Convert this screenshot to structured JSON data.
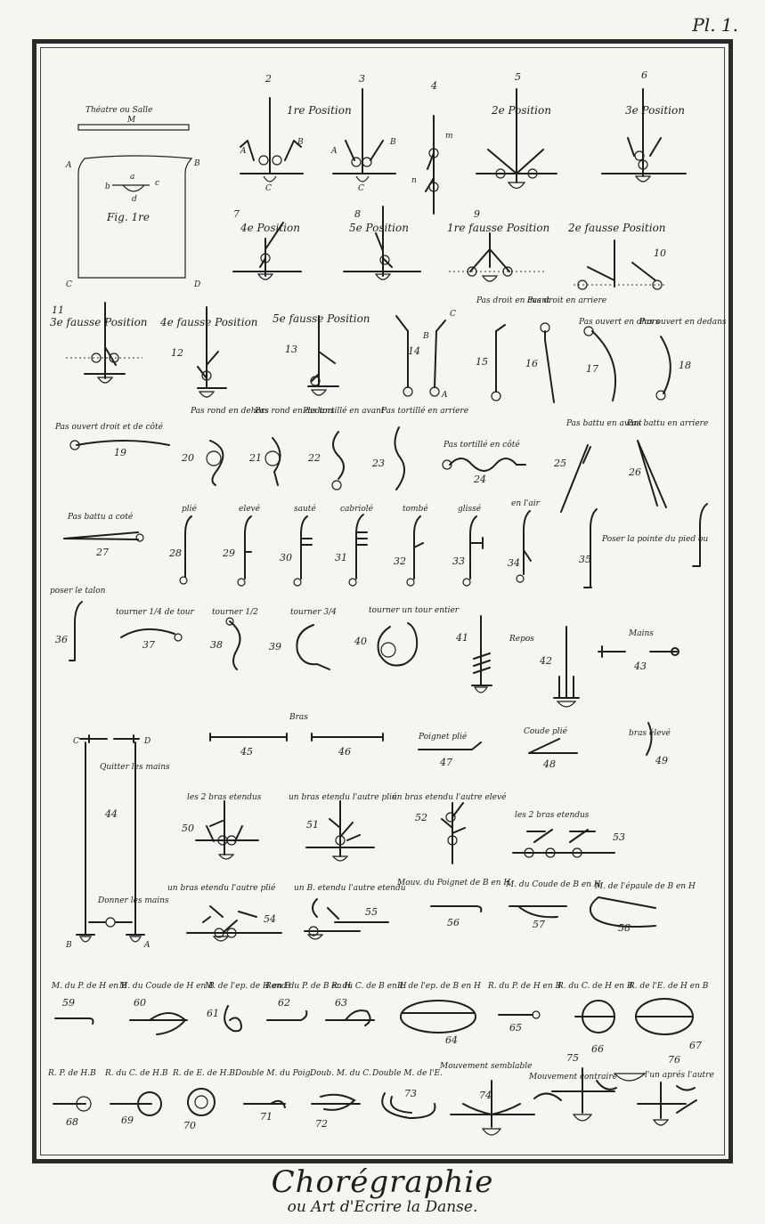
{
  "plate_number": "Pl. 1.",
  "title": "Chorégraphie",
  "subtitle": "ou Art d'Ecrire la Danse.",
  "fig1": {
    "label": "Théatre ou Salle",
    "m": "M",
    "corners": [
      "A",
      "B",
      "C",
      "D"
    ],
    "inner": [
      "b",
      "a",
      "c",
      "d"
    ],
    "caption": "Fig. 1re"
  },
  "row1": [
    {
      "num": "2",
      "label": "1re Position",
      "sub": [
        "A",
        "B",
        "C"
      ]
    },
    {
      "num": "3",
      "label": "",
      "sub": [
        "A",
        "B",
        "C"
      ]
    },
    {
      "num": "4",
      "label": "",
      "sub": [
        "m",
        "n"
      ]
    },
    {
      "num": "5",
      "label": "2e Position",
      "sub": []
    },
    {
      "num": "6",
      "label": "3e Position",
      "sub": []
    }
  ],
  "row2": [
    {
      "num": "7",
      "label": "4e Position"
    },
    {
      "num": "8",
      "label": "5e Position"
    },
    {
      "num": "9",
      "label": "1re fausse Position"
    },
    {
      "num": "10",
      "label": "2e fausse Position"
    }
  ],
  "row3": [
    {
      "num": "11",
      "label": "3e fausse Position"
    },
    {
      "num": "12",
      "label": "4e fausse Position"
    },
    {
      "num": "13",
      "label": "5e fausse Position"
    },
    {
      "num": "14",
      "label": "",
      "sub": [
        "B",
        "C",
        "A"
      ]
    },
    {
      "num": "15",
      "label": "Pas droit en avant"
    },
    {
      "num": "16",
      "label": "Pas droit en arriere"
    },
    {
      "num": "17",
      "label": "Pas ouvert en dhors"
    },
    {
      "num": "18",
      "label": "Pas ouvert en dedans"
    }
  ],
  "row4": [
    {
      "num": "19",
      "label": "Pas ouvert droit et de côté"
    },
    {
      "num": "20",
      "label": "Pas rond en dehors"
    },
    {
      "num": "21",
      "label": "Pas rond en dedans"
    },
    {
      "num": "22",
      "label": "Pas tortillé en avant"
    },
    {
      "num": "23",
      "label": "Pas tortillé en arriere"
    },
    {
      "num": "24",
      "label": "Pas tortillé en côté"
    },
    {
      "num": "25",
      "label": "Pas battu en avant"
    },
    {
      "num": "26",
      "label": "Pas battu en arriere"
    }
  ],
  "row5": [
    {
      "num": "27",
      "label": "Pas battu a coté"
    },
    {
      "num": "28",
      "label": "plié"
    },
    {
      "num": "29",
      "label": "elevé"
    },
    {
      "num": "30",
      "label": "sauté"
    },
    {
      "num": "31",
      "label": "cabriolé"
    },
    {
      "num": "32",
      "label": "tombé"
    },
    {
      "num": "33",
      "label": "glissé"
    },
    {
      "num": "34",
      "label": "en l'air"
    },
    {
      "num": "35",
      "label": "Poser la pointe du pied ou"
    }
  ],
  "row6": [
    {
      "num": "36",
      "label": "poser le talon"
    },
    {
      "num": "37",
      "label": "tourner 1/4 de tour"
    },
    {
      "num": "38",
      "label": "tourner 1/2"
    },
    {
      "num": "39",
      "label": "tourner 3/4"
    },
    {
      "num": "40",
      "label": "tourner un tour entier"
    },
    {
      "num": "41",
      "label": ""
    },
    {
      "num": "42",
      "label": "Repos"
    },
    {
      "num": "43",
      "label": "Mains"
    }
  ],
  "fig44": {
    "num": "44",
    "top": [
      "C",
      "D"
    ],
    "bottom": [
      "B",
      "A"
    ],
    "quitter": "Quitter les mains",
    "donner": "Donner les mains"
  },
  "row7": [
    {
      "num": "45",
      "label": "Bras"
    },
    {
      "num": "46",
      "label": ""
    },
    {
      "num": "47",
      "label": "Poignet plié"
    },
    {
      "num": "48",
      "label": "Coude plié"
    },
    {
      "num": "49",
      "label": "bras élevé"
    }
  ],
  "row8": [
    {
      "num": "50",
      "label": "les 2 bras etendus"
    },
    {
      "num": "51",
      "label": "un bras etendu l'autre plié"
    },
    {
      "num": "52",
      "label": "un bras etendu l'autre elevé"
    },
    {
      "num": "53",
      "label": "les 2 bras etendus"
    }
  ],
  "row9": [
    {
      "num": "54",
      "label": "un bras etendu l'autre plié"
    },
    {
      "num": "55",
      "label": "un B. etendu l'autre etendu"
    },
    {
      "num": "56",
      "label": "Mouv. du Poignet de B en H"
    },
    {
      "num": "57",
      "label": "M. du Coude de B en H"
    },
    {
      "num": "58",
      "label": "M. de l'épaule de B en H"
    }
  ],
  "row10": [
    {
      "num": "59",
      "label": "M. du P. de H en B"
    },
    {
      "num": "60",
      "label": "M. du Coude de H en B"
    },
    {
      "num": "61",
      "label": "M. de l'ep. de H en B"
    },
    {
      "num": "62",
      "label": "Rond du P. de B en H"
    },
    {
      "num": "63",
      "label": "R. du C. de B en H"
    },
    {
      "num": "64",
      "label": "R. de l'ep. de B en H"
    },
    {
      "num": "65",
      "label": "R. du P. de H en B"
    },
    {
      "num": "66",
      "label": "R. du C. de H en B"
    },
    {
      "num": "67",
      "label": "R. de l'E. de H en B"
    }
  ],
  "row11": [
    {
      "num": "68",
      "label": "R. P. de H.B"
    },
    {
      "num": "69",
      "label": "R. du C. de H.B"
    },
    {
      "num": "70",
      "label": "R. de E. de H.B"
    },
    {
      "num": "71",
      "label": "Double M. du Poig."
    },
    {
      "num": "72",
      "label": "Doub. M. du C."
    },
    {
      "num": "73",
      "label": "Double M. de l'E."
    },
    {
      "num": "74",
      "label": "Mouvement semblable"
    },
    {
      "num": "75",
      "label": "Mouvement contraire"
    },
    {
      "num": "76",
      "label": "l'un aprés l'autre"
    }
  ]
}
